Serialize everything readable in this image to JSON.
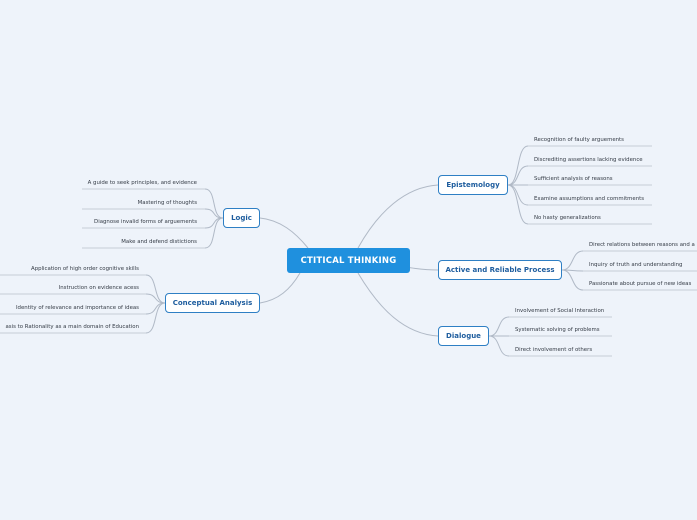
{
  "central": {
    "label": "CTITICAL THINKING"
  },
  "branches": [
    {
      "id": "epistemology",
      "label": "Epistemology",
      "children": [
        "Recognition of faulty arguements",
        "Discrediting assertions lacking evidence",
        "Sufficient analysis of reasons",
        "Examine assumptions and commitments",
        "No hasty generalizations"
      ]
    },
    {
      "id": "active-reliable",
      "label": "Active and Reliable Process",
      "children": [
        "Direct relations between reasons and a",
        "Inquiry of truth and understanding",
        "Passionate about pursue of new ideas"
      ]
    },
    {
      "id": "dialogue",
      "label": "Dialogue",
      "children": [
        "Involvement of Social Interaction",
        "Systematic solving of problems",
        "Direct involvement of others"
      ]
    },
    {
      "id": "logic",
      "label": "Logic",
      "children": [
        "A guide to seek principles, and evidence",
        "Mastering of thoughts",
        "Diagnose invalid forms of arguements",
        "Make and defend distictions"
      ]
    },
    {
      "id": "conceptual-analysis",
      "label": "Conceptual Analysis",
      "children": [
        "Application of high order cognitive skills",
        "Instruction on evidence acess",
        "Identity of relevance and importance of ideas",
        "asis to Rationality as a main domain of Education"
      ]
    }
  ],
  "colors": {
    "background": "#eef3fa",
    "central_fill": "#1f90de",
    "branch_border": "#2e7fc4",
    "branch_text": "#1e5d9e",
    "connector": "#b0b9c6",
    "sub_underline": "#c6ccd5"
  }
}
